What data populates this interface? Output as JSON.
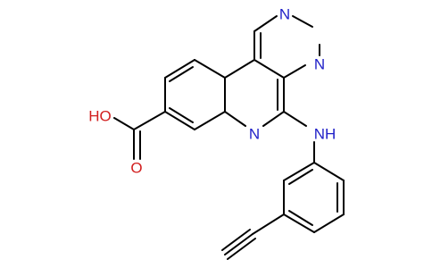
{
  "structure": {
    "atoms": {
      "n1": "N",
      "n2": "N",
      "n3": "N",
      "nh": "NH",
      "oh": "HO",
      "o": "O"
    }
  },
  "colors": {
    "bond": "#000000",
    "nitrogen": "#1f1fc8",
    "oxygen": "#d21f1f",
    "background": "#ffffff"
  }
}
